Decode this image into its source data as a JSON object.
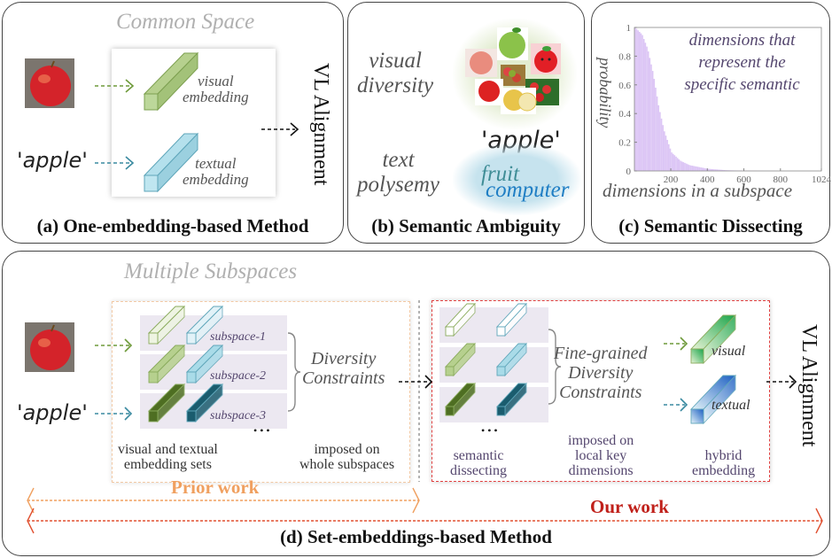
{
  "panel_a": {
    "header": "Common Space",
    "image_word": "'apple'",
    "visual_label": [
      "visual",
      "embedding"
    ],
    "textual_label": [
      "textual",
      "embedding"
    ],
    "alignment": "VL Alignment",
    "caption": "(a) One-embedding-based Method"
  },
  "panel_b": {
    "visual_label": [
      "visual",
      "diversity"
    ],
    "text_label": [
      "text",
      "polysemy"
    ],
    "word": "'apple'",
    "senses": [
      "fruit",
      "computer"
    ],
    "caption": "(b) Semantic Ambiguity"
  },
  "panel_c": {
    "caption": "(c) Semantic Dissecting",
    "annotation": [
      "dimensions that",
      "represent the",
      "specific semantic"
    ]
  },
  "panel_d": {
    "header": "Multiple Subspaces",
    "image_word": "'apple'",
    "subspaces": [
      "subspace-1",
      "subspace-2",
      "subspace-3"
    ],
    "ellipsis": "• • •",
    "prior_constraint": [
      "Diversity",
      "Constraints"
    ],
    "prior_notes_left": [
      "visual and textual",
      "embedding sets"
    ],
    "prior_notes_right": [
      "imposed on",
      "whole subspaces"
    ],
    "our_constraint": [
      "Fine-grained",
      "Diversity",
      "Constraints"
    ],
    "our_notes_left": [
      "semantic",
      "dissecting"
    ],
    "our_notes_mid": [
      "imposed on",
      "local key",
      "dimensions"
    ],
    "our_notes_right": [
      "hybrid",
      "embedding"
    ],
    "hybrid_visual": "visual",
    "hybrid_textual": "textual",
    "alignment": "VL Alignment",
    "prior_work": "Prior work",
    "our_work": "Our work",
    "caption": "(d) Set-embeddings-based Method"
  },
  "colors": {
    "visual_green": "#a9c77f",
    "textual_blue": "#9fd4e2",
    "dark_green": "#4e6e22",
    "dark_blue": "#1a5c6e",
    "prior_orange": "#f0a060",
    "our_red": "#c0201a",
    "chart_purple": "#dcc6f5",
    "annotation_purple": "#54466e"
  },
  "chart_data": {
    "type": "bar",
    "title": "",
    "xlabel": "dimensions in a subspace",
    "ylabel": "probability",
    "xlim": [
      1,
      1024
    ],
    "ylim": [
      0,
      1
    ],
    "xticks": [
      200,
      400,
      600,
      800,
      1024
    ],
    "yticks": [
      0,
      0.2,
      0.4,
      0.6,
      0.8,
      1
    ],
    "grid": false,
    "annotation": "dimensions that represent the specific semantic",
    "curve_points": [
      {
        "x": 1,
        "y": 1.0
      },
      {
        "x": 40,
        "y": 0.95
      },
      {
        "x": 70,
        "y": 0.85
      },
      {
        "x": 100,
        "y": 0.68
      },
      {
        "x": 130,
        "y": 0.45
      },
      {
        "x": 160,
        "y": 0.28
      },
      {
        "x": 200,
        "y": 0.13
      },
      {
        "x": 250,
        "y": 0.07
      },
      {
        "x": 300,
        "y": 0.04
      },
      {
        "x": 400,
        "y": 0.015
      },
      {
        "x": 500,
        "y": 0.005
      },
      {
        "x": 600,
        "y": 0.002
      },
      {
        "x": 800,
        "y": 0.0
      },
      {
        "x": 1024,
        "y": 0.0
      }
    ]
  }
}
